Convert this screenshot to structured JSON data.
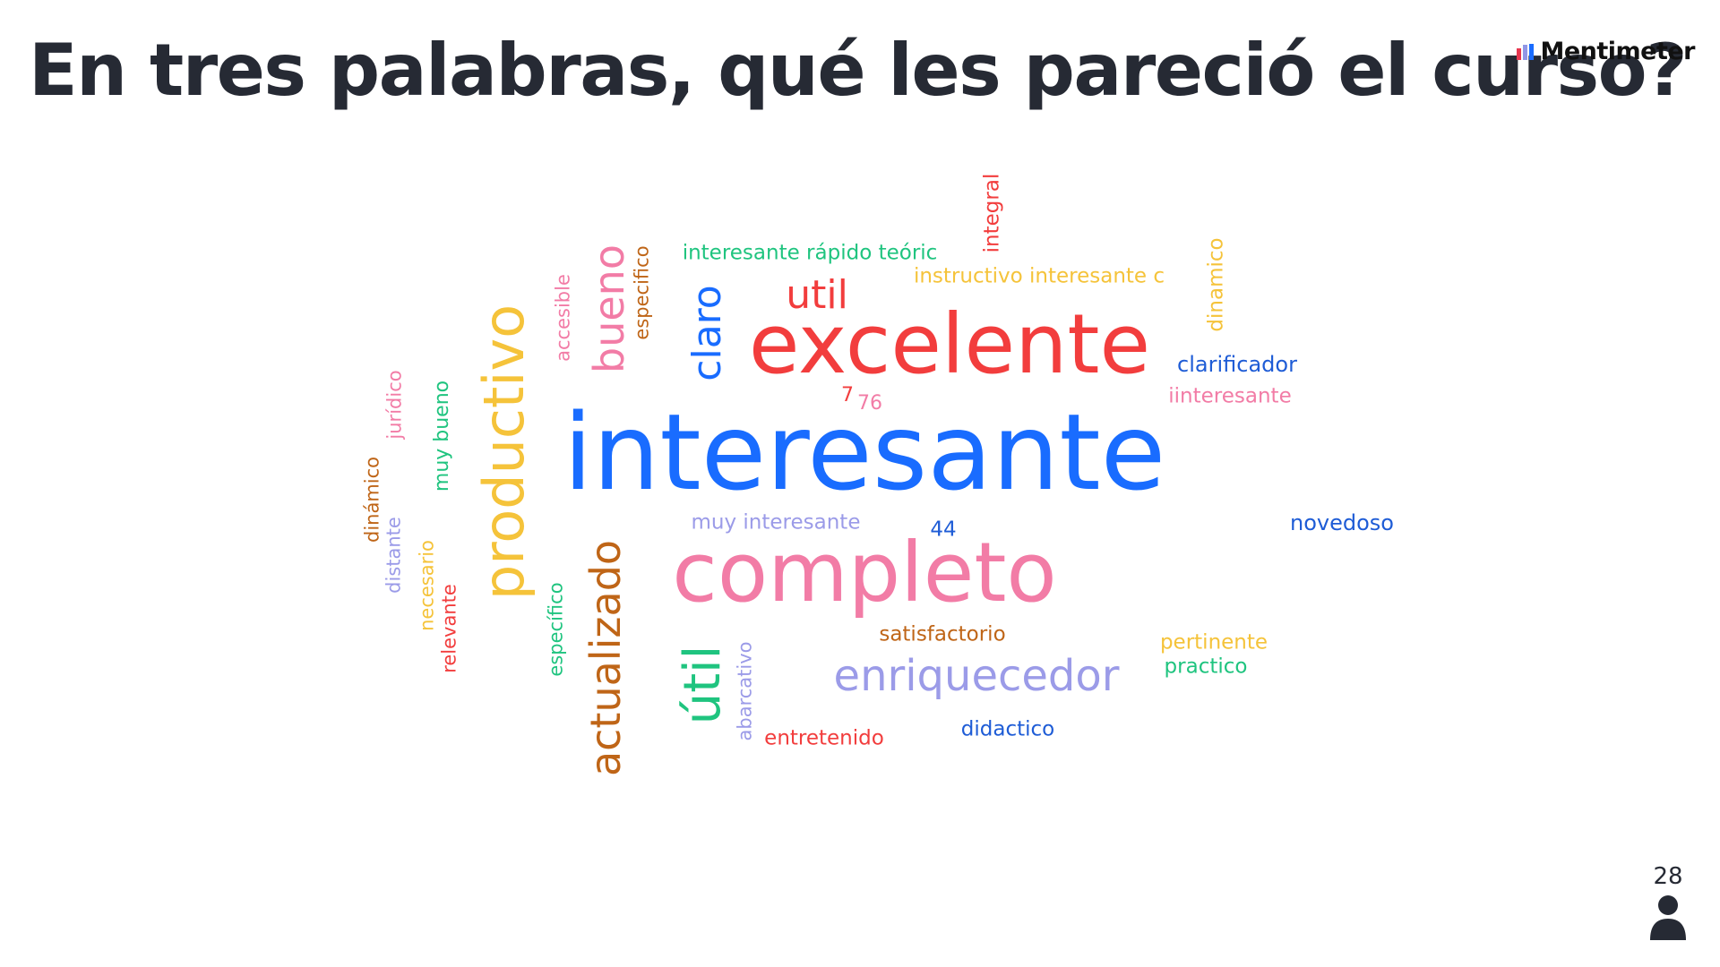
{
  "title": "En tres palabras, qué les pareció el curso?",
  "brand": {
    "name": "Mentimeter",
    "logo_colors": [
      "#e8364f",
      "#196cff",
      "#9197e6"
    ]
  },
  "participants": {
    "count": "28",
    "icon": "person-icon"
  },
  "word_cloud": [
    {
      "text": "interesante",
      "color": "#196cff",
      "size": 118,
      "dir": "h"
    },
    {
      "text": "excelente",
      "color": "#f23d3d",
      "size": 92,
      "dir": "h"
    },
    {
      "text": "completo",
      "color": "#f27ca6",
      "size": 92,
      "dir": "h"
    },
    {
      "text": "productivo",
      "color": "#f5c33a",
      "size": 62,
      "dir": "v"
    },
    {
      "text": "actualizado",
      "color": "#bf6517",
      "size": 46,
      "dir": "v"
    },
    {
      "text": "útil",
      "color": "#1fc47f",
      "size": 56,
      "dir": "v"
    },
    {
      "text": "enriquecedor",
      "color": "#9b9be8",
      "size": 48,
      "dir": "h"
    },
    {
      "text": "bueno",
      "color": "#f27ca6",
      "size": 46,
      "dir": "v"
    },
    {
      "text": "claro",
      "color": "#196cff",
      "size": 44,
      "dir": "v"
    },
    {
      "text": "util",
      "color": "#f23d3d",
      "size": 44,
      "dir": "h"
    },
    {
      "text": "interesante rápido teóric",
      "color": "#1fc47f",
      "size": 23,
      "dir": "h"
    },
    {
      "text": "instructivo interesante c",
      "color": "#f5c33a",
      "size": 23,
      "dir": "h"
    },
    {
      "text": "integral",
      "color": "#f23d3d",
      "size": 23,
      "dir": "v"
    },
    {
      "text": "dinamico",
      "color": "#f5c33a",
      "size": 23,
      "dir": "v"
    },
    {
      "text": "clarificador",
      "color": "#1e5cd6",
      "size": 24,
      "dir": "h"
    },
    {
      "text": "iinteresante",
      "color": "#f27ca6",
      "size": 23,
      "dir": "h"
    },
    {
      "text": "accesible",
      "color": "#f27ca6",
      "size": 21,
      "dir": "v"
    },
    {
      "text": "especifico",
      "color": "#bf6517",
      "size": 21,
      "dir": "v"
    },
    {
      "text": "jurídico",
      "color": "#f27ca6",
      "size": 21,
      "dir": "v"
    },
    {
      "text": "muy bueno",
      "color": "#1fc47f",
      "size": 22,
      "dir": "v"
    },
    {
      "text": "dinámico",
      "color": "#bf6517",
      "size": 21,
      "dir": "v"
    },
    {
      "text": "distante",
      "color": "#9b9be8",
      "size": 21,
      "dir": "v"
    },
    {
      "text": "necesario",
      "color": "#f5c33a",
      "size": 21,
      "dir": "v"
    },
    {
      "text": "relevante",
      "color": "#f23d3d",
      "size": 21,
      "dir": "v"
    },
    {
      "text": "específico",
      "color": "#1fc47f",
      "size": 21,
      "dir": "v"
    },
    {
      "text": "abarcativo",
      "color": "#9b9be8",
      "size": 21,
      "dir": "v"
    },
    {
      "text": "muy interesante",
      "color": "#9b9be8",
      "size": 23,
      "dir": "h"
    },
    {
      "text": "44",
      "color": "#1e5cd6",
      "size": 23,
      "dir": "h"
    },
    {
      "text": "7",
      "color": "#f23d3d",
      "size": 22,
      "dir": "h"
    },
    {
      "text": "76",
      "color": "#f27ca6",
      "size": 22,
      "dir": "h"
    },
    {
      "text": "novedoso",
      "color": "#1e5cd6",
      "size": 24,
      "dir": "h"
    },
    {
      "text": "satisfactorio",
      "color": "#bf6517",
      "size": 23,
      "dir": "h"
    },
    {
      "text": "pertinente",
      "color": "#f5c33a",
      "size": 23,
      "dir": "h"
    },
    {
      "text": "practico",
      "color": "#1fc47f",
      "size": 23,
      "dir": "h"
    },
    {
      "text": "entretenido",
      "color": "#f23d3d",
      "size": 23,
      "dir": "h"
    },
    {
      "text": "didactico",
      "color": "#1e5cd6",
      "size": 23,
      "dir": "h"
    }
  ]
}
